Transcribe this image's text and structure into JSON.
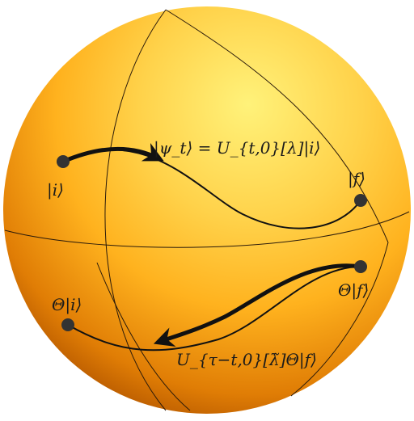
{
  "labels": {
    "i": "|i⟩",
    "f": "|f⟩",
    "psi": "|ψ_t⟩ = U_{t,0}[λ]|i⟩",
    "theta_f": "Θ|f⟩",
    "theta_i": "Θ|i⟩",
    "reverse": "U_{τ−t,0}[λ̃]Θ|f⟩"
  },
  "colors": {
    "sphere_highlight": "#fff27a",
    "sphere_mid": "#ffb21e",
    "sphere_dark": "#b85a00",
    "curve": "#111111",
    "point": "#333333"
  }
}
